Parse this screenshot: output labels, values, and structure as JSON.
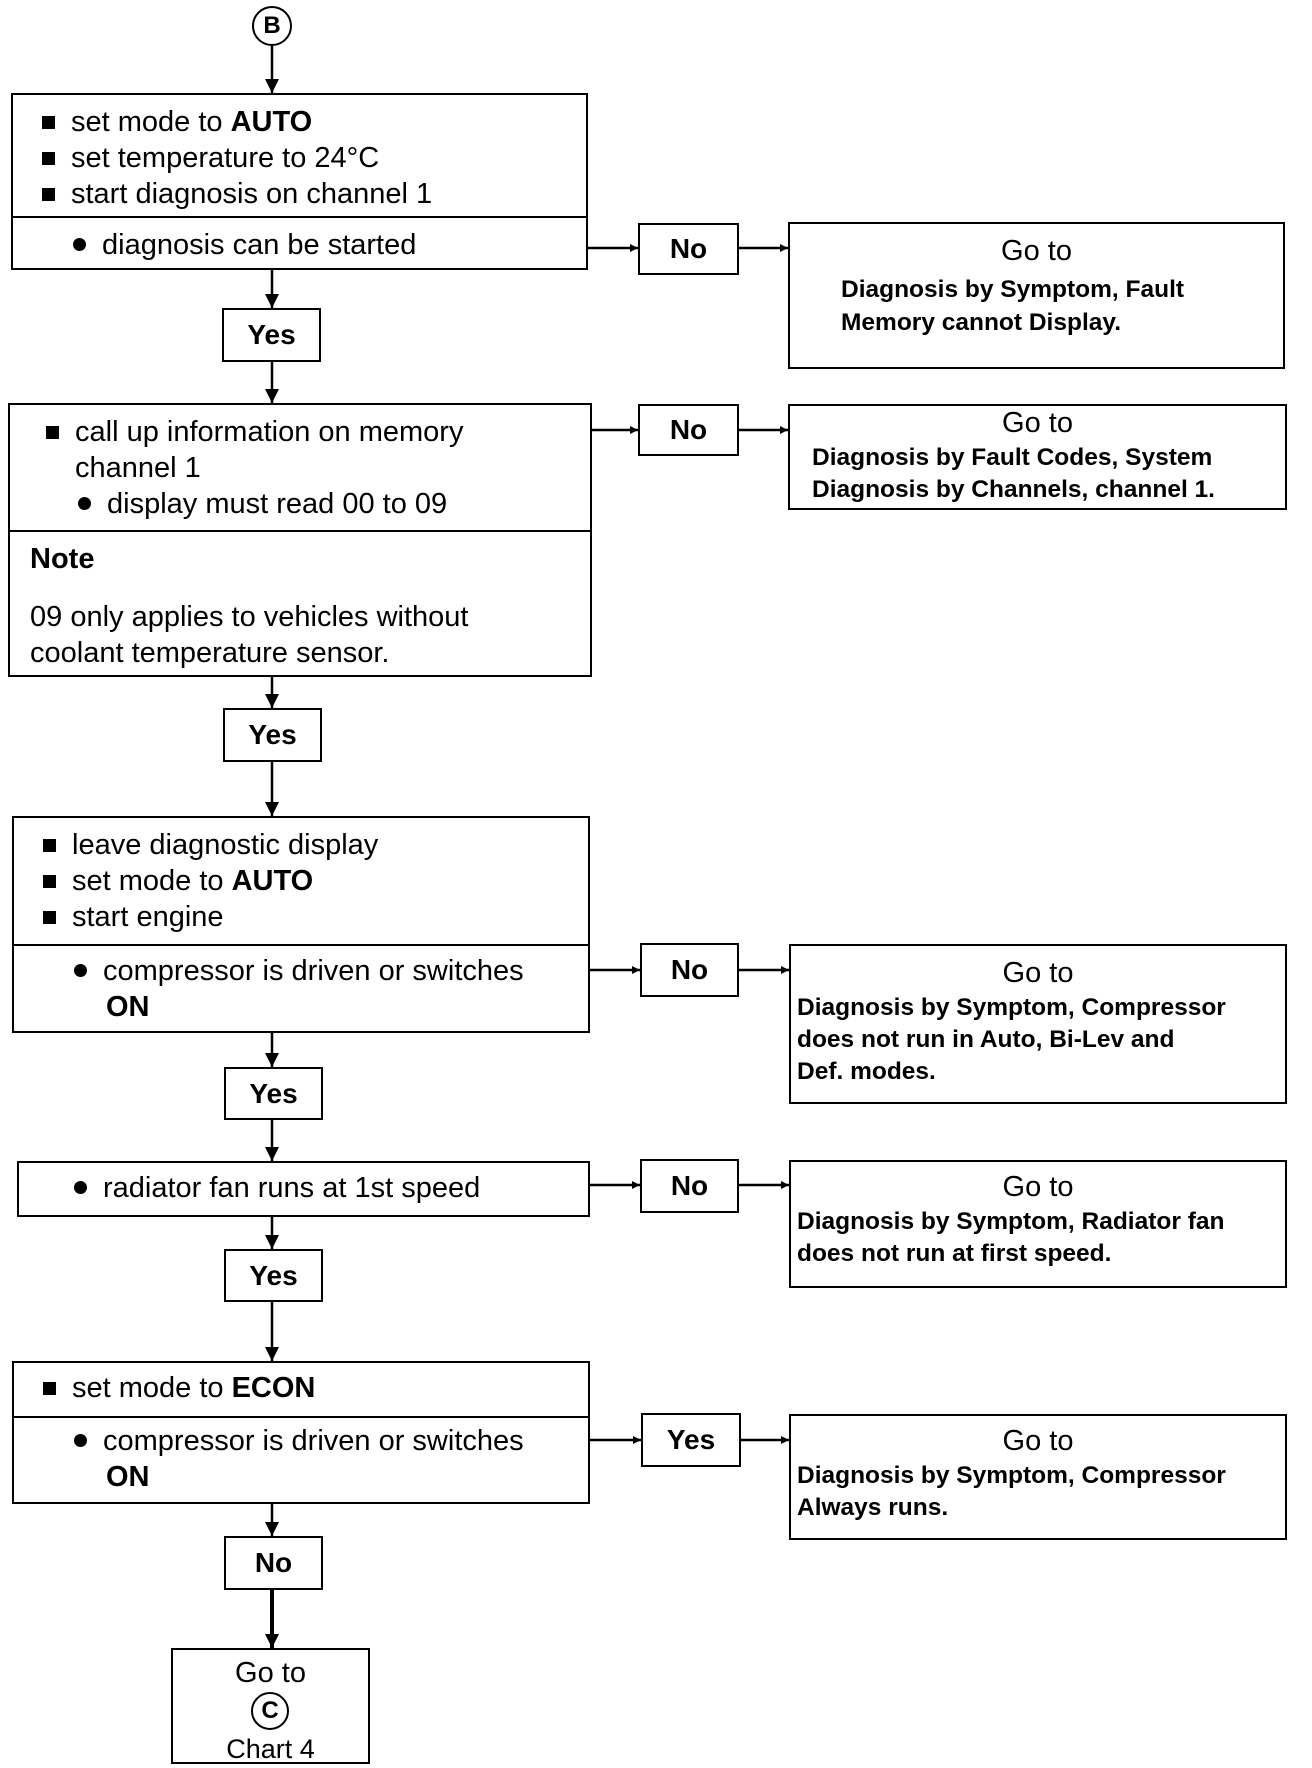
{
  "start_connector": "B",
  "box1": {
    "steps": [
      "set mode to ",
      "set temperature to 24°C",
      "start diagnosis on channel 1"
    ],
    "mode_value": "AUTO",
    "check": "diagnosis can be started"
  },
  "box2": {
    "steps": [
      "call up information on memory",
      "channel 1"
    ],
    "check": "display must read 00 to 09",
    "note_title": "Note",
    "note_lines": [
      "09 only applies to vehicles without",
      "coolant temperature sensor."
    ]
  },
  "box3": {
    "steps": [
      "leave diagnostic display",
      "set mode to ",
      "start engine"
    ],
    "mode_value": "AUTO",
    "check_lines": [
      "compressor is driven or switches",
      "ON"
    ]
  },
  "box4": {
    "check": "radiator fan runs at 1st speed"
  },
  "box5": {
    "step": "set mode to ",
    "mode_value": "ECON",
    "check_lines": [
      "compressor is driven or switches",
      "ON"
    ]
  },
  "labels": {
    "no": "No",
    "yes": "Yes"
  },
  "goto": {
    "title": "Go to",
    "g1": [
      "Diagnosis by Symptom, Fault",
      "Memory cannot Display."
    ],
    "g2": [
      "Diagnosis by Fault Codes, System",
      "Diagnosis by Channels, channel 1."
    ],
    "g3": [
      "Diagnosis by Symptom, Compressor",
      "does not run in Auto, Bi-Lev and",
      "Def. modes."
    ],
    "g4": [
      "Diagnosis by Symptom, Radiator fan",
      "does not run at first speed."
    ],
    "g5": [
      "Diagnosis by Symptom, Compressor",
      "Always runs."
    ]
  },
  "end": {
    "title": "Go to",
    "connector": "C",
    "chart": "Chart 4"
  }
}
